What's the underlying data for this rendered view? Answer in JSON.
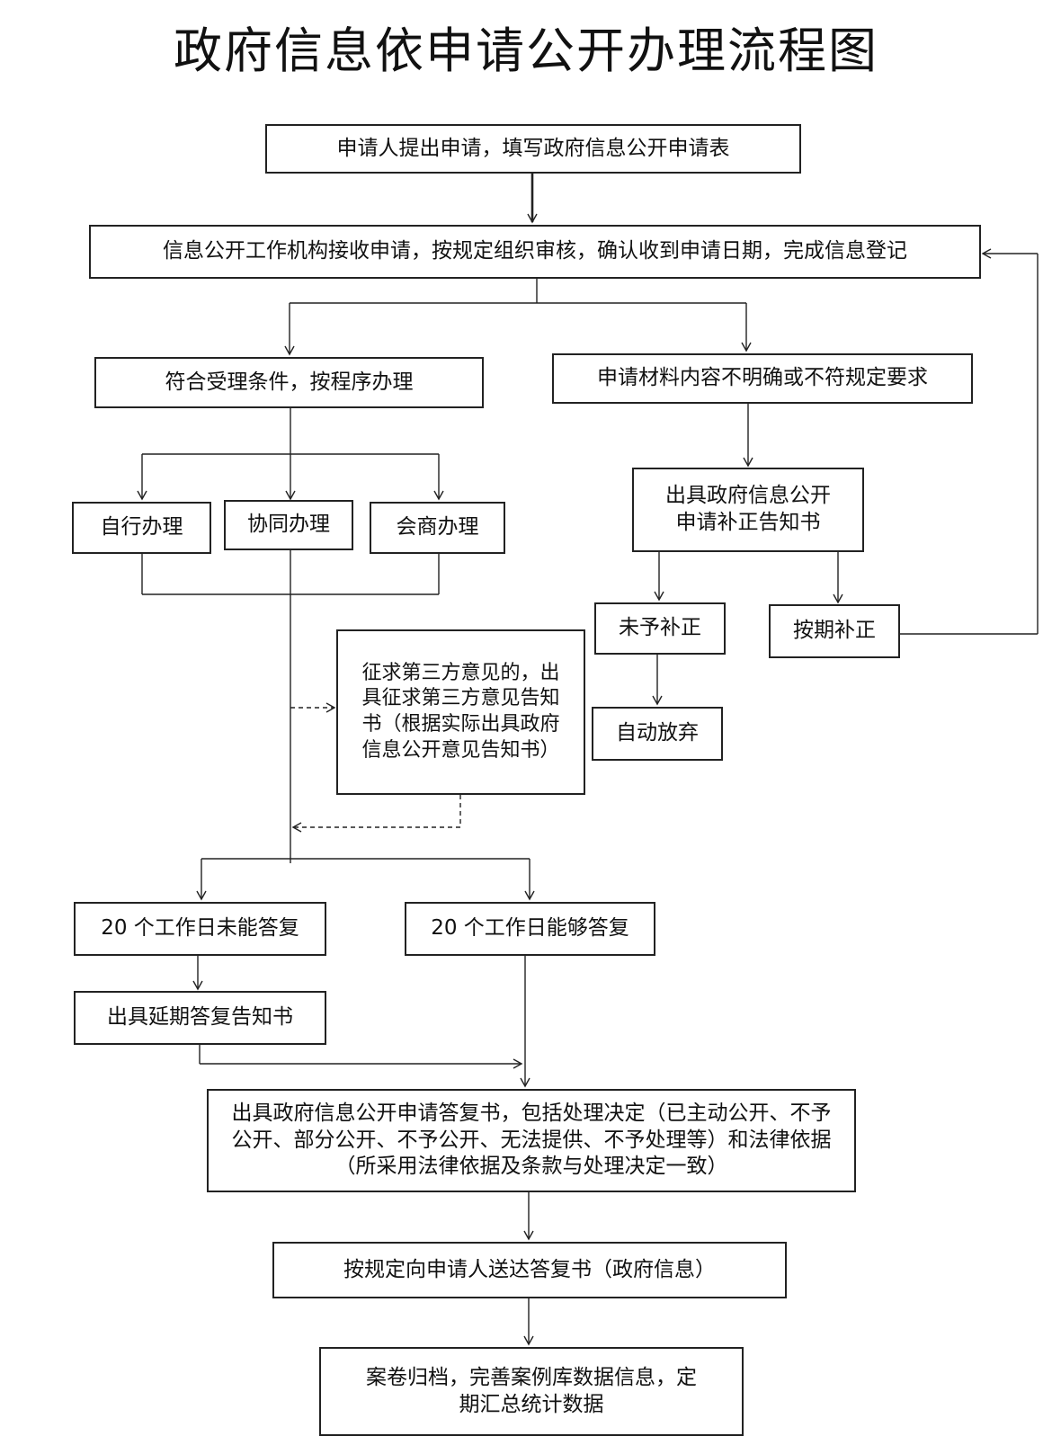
{
  "title": "政府信息依申请公开办理流程图",
  "nodes": {
    "apply": "申请人提出申请，填写政府信息公开申请表",
    "receive": "信息公开工作机构接收申请，按规定组织审核，确认收到申请日期，完成信息登记",
    "accept": "符合受理条件，按程序办理",
    "unclear": "申请材料内容不明确或不符规定要求",
    "self": "自行办理",
    "cooperate": "协同办理",
    "consult": "会商办理",
    "correction_notice": "出具政府信息公开申请补正告知书",
    "no_correction": "未予补正",
    "on_time_correction": "按期补正",
    "abandon": "自动放弃",
    "third_party": "征求第三方意见的，出具征求第三方意见告知书（根据实际出具政府信息公开意见告知书）",
    "not_reply_20": "20 个工作日未能答复",
    "reply_20": "20 个工作日能够答复",
    "delay_notice": "出具延期答复告知书",
    "reply_letter": "出具政府信息公开申请答复书，包括处理决定（已主动公开、不予公开、部分公开、不予公开、无法提供、不予处理等）和法律依据（所采用法律依据及条款与处理决定一致）",
    "deliver": "按规定向申请人送达答复书（政府信息）",
    "archive": "案卷归档，完善案例库数据信息，定期汇总统计数据"
  }
}
